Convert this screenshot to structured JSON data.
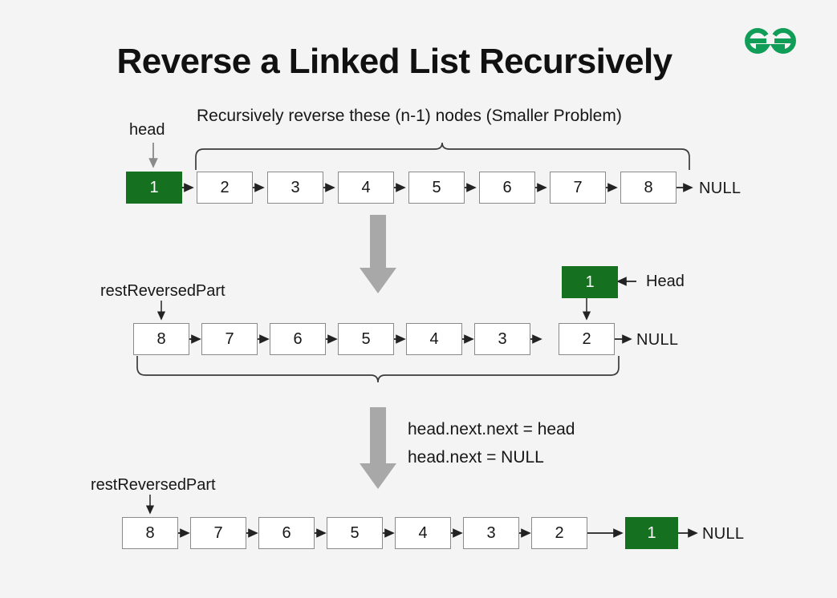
{
  "page": {
    "title": "Reverse a Linked List Recursively",
    "background_color": "#f4f4f4",
    "accent_green": "#15711f",
    "arrow_gray": "#a8a8a8",
    "logo_color": "#0f9d58",
    "logo_name": "geeksforgeeks-logo"
  },
  "step1": {
    "caption": "Recursively reverse these (n-1) nodes (Smaller Problem)",
    "head_label": "head",
    "null_label": "NULL",
    "nodes": [
      {
        "value": "1",
        "green": true
      },
      {
        "value": "2",
        "green": false
      },
      {
        "value": "3",
        "green": false
      },
      {
        "value": "4",
        "green": false
      },
      {
        "value": "5",
        "green": false
      },
      {
        "value": "6",
        "green": false
      },
      {
        "value": "7",
        "green": false
      },
      {
        "value": "8",
        "green": false
      }
    ]
  },
  "step2": {
    "rest_label": "restReversedPart",
    "head_label": "Head",
    "null_label": "NULL",
    "detached_node": {
      "value": "1",
      "green": true
    },
    "nodes": [
      {
        "value": "8",
        "green": false
      },
      {
        "value": "7",
        "green": false
      },
      {
        "value": "6",
        "green": false
      },
      {
        "value": "5",
        "green": false
      },
      {
        "value": "4",
        "green": false
      },
      {
        "value": "3",
        "green": false
      },
      {
        "value": "2",
        "green": false
      }
    ]
  },
  "step3": {
    "rest_label": "restReversedPart",
    "null_label": "NULL",
    "code_line_1": "head.next.next = head",
    "code_line_2": "head.next = NULL",
    "nodes": [
      {
        "value": "8",
        "green": false
      },
      {
        "value": "7",
        "green": false
      },
      {
        "value": "6",
        "green": false
      },
      {
        "value": "5",
        "green": false
      },
      {
        "value": "4",
        "green": false
      },
      {
        "value": "3",
        "green": false
      },
      {
        "value": "2",
        "green": false
      },
      {
        "value": "1",
        "green": true
      }
    ]
  }
}
